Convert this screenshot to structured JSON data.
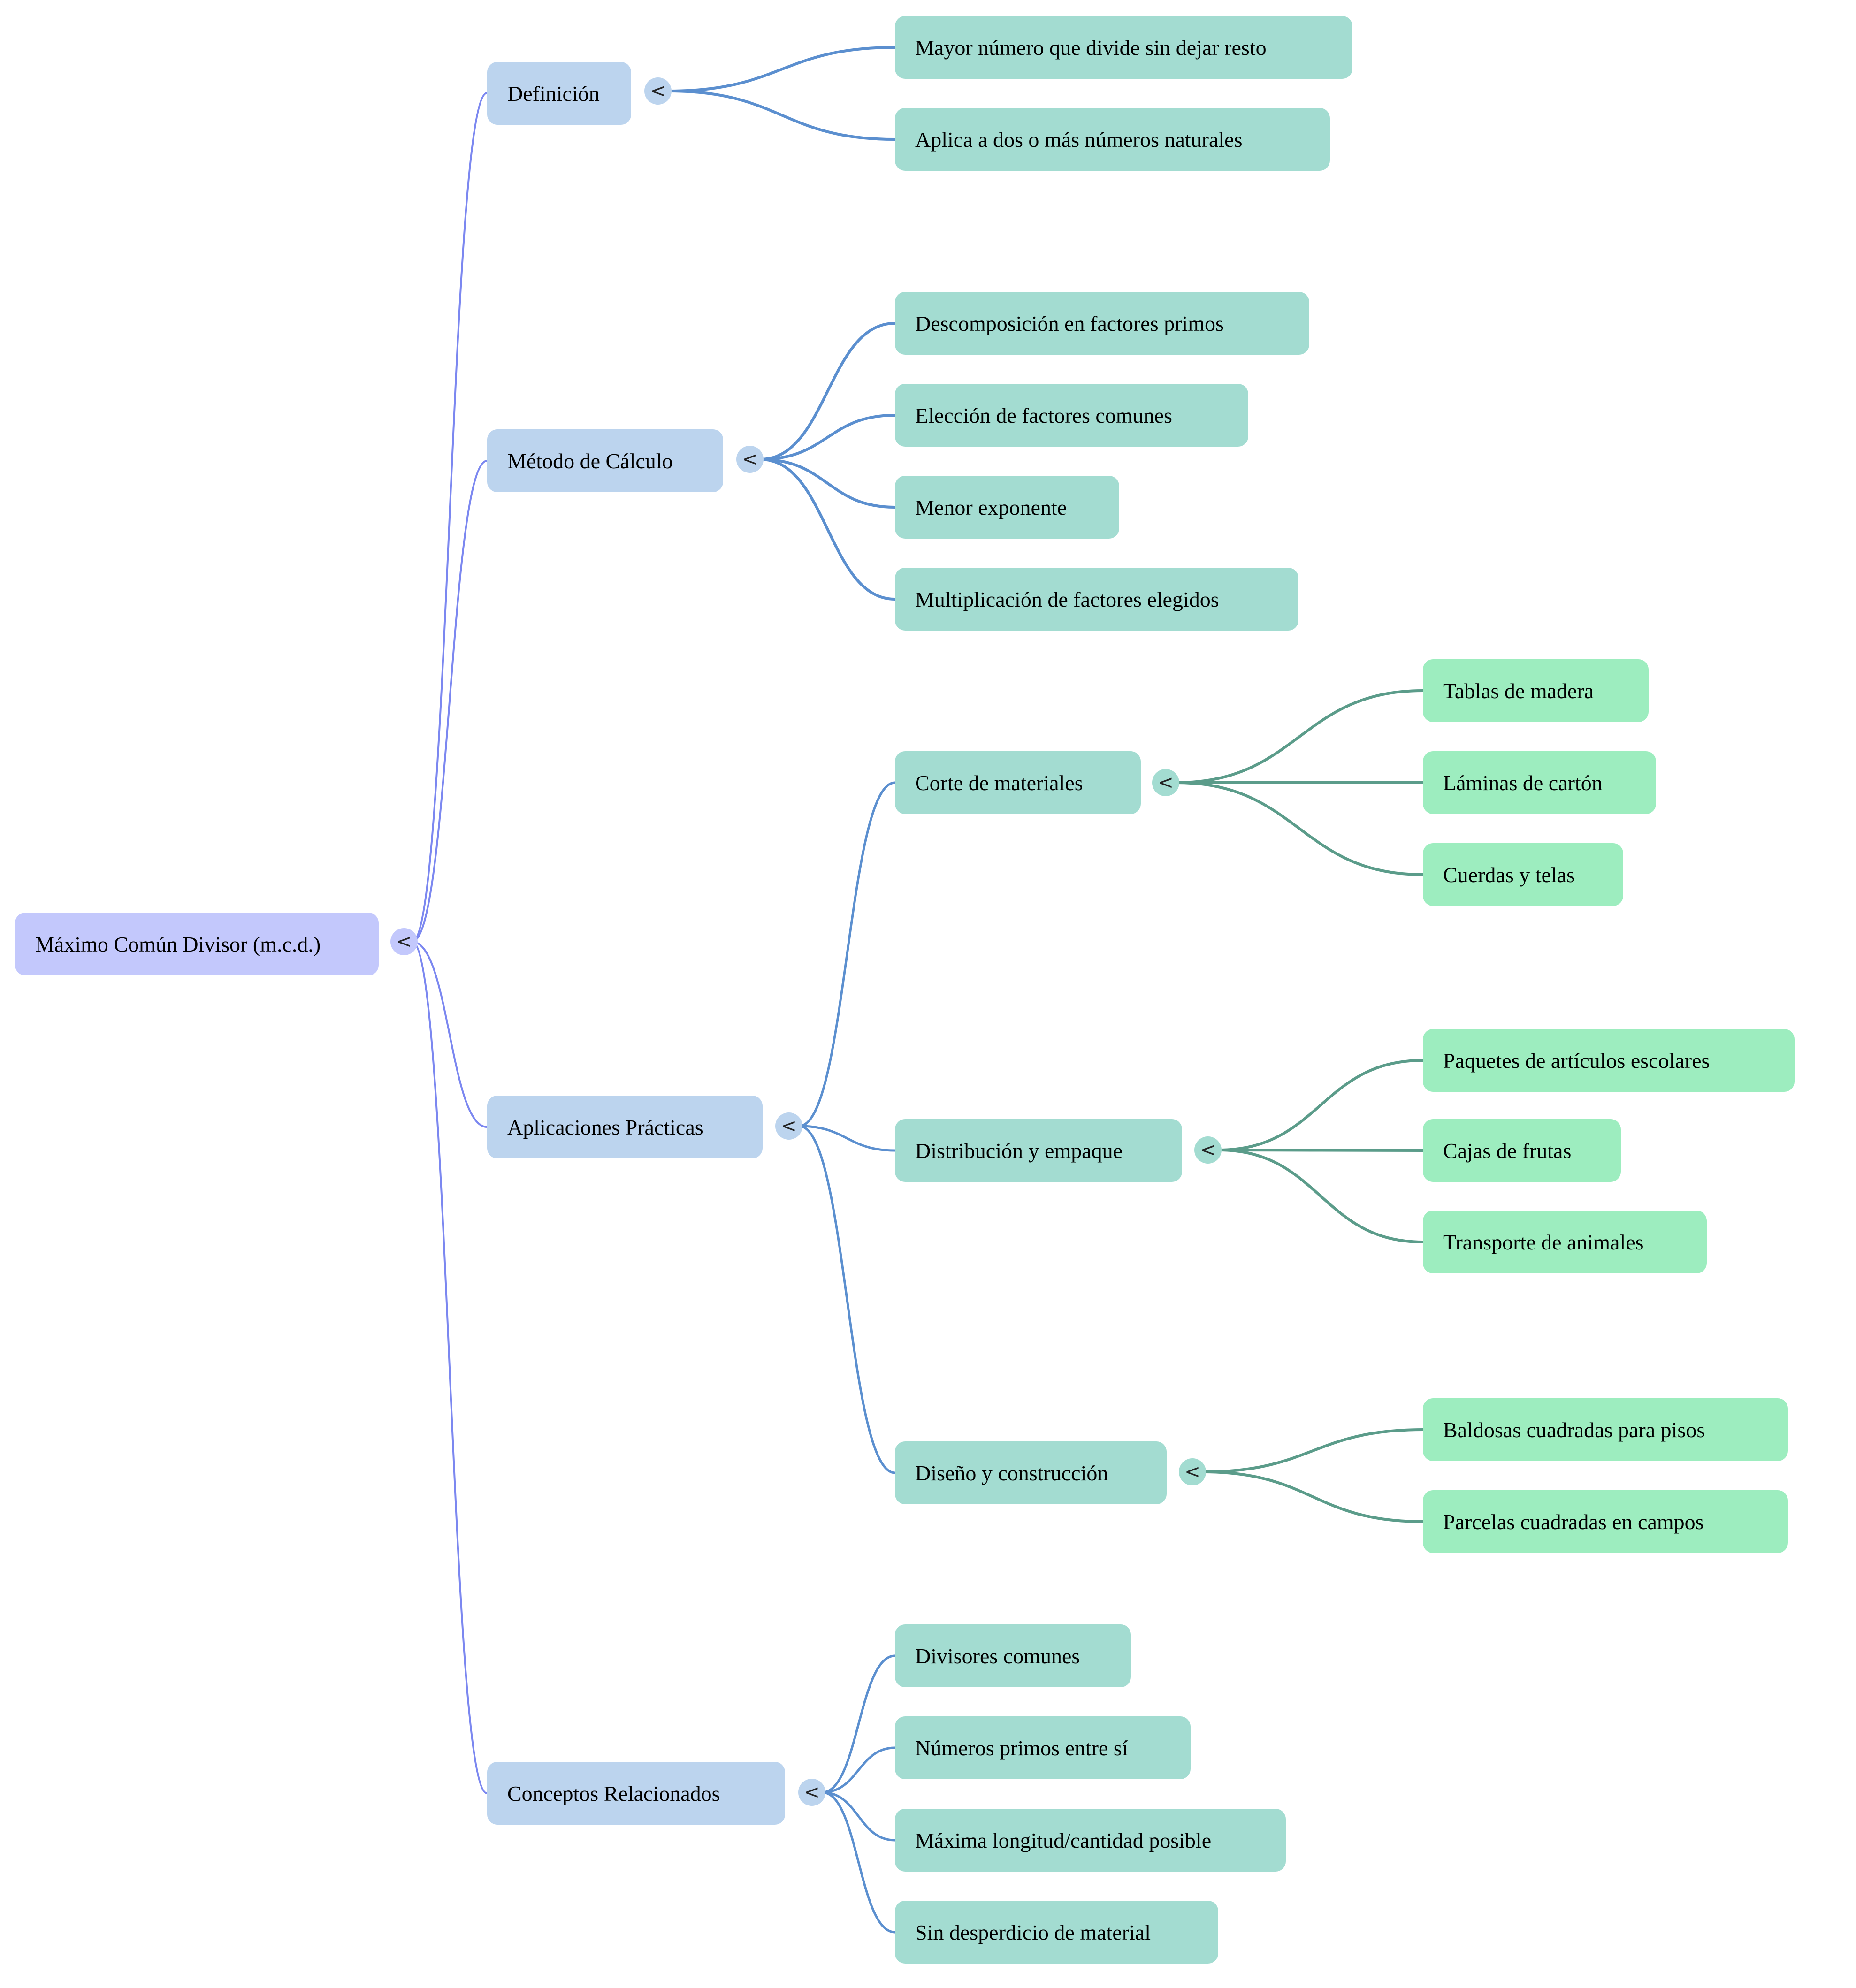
{
  "colors": {
    "root": "#c3c8fc",
    "level1": "#bcd4ee",
    "level2": "#a3dcd1",
    "level3": "#9dedbf",
    "edge_root": "#7b87f0",
    "edge_level1": "#5b8fcf",
    "edge_level2": "#5b9c8a"
  },
  "toggle_symbol": "<",
  "root": {
    "label": "Máximo Común Divisor (m.c.d.)",
    "children": [
      {
        "label": "Definición",
        "children": [
          {
            "label": "Mayor número que divide sin dejar resto"
          },
          {
            "label": "Aplica a dos o más números naturales"
          }
        ]
      },
      {
        "label": "Método de Cálculo",
        "children": [
          {
            "label": "Descomposición en factores primos"
          },
          {
            "label": "Elección de factores comunes"
          },
          {
            "label": "Menor exponente"
          },
          {
            "label": "Multiplicación de factores elegidos"
          }
        ]
      },
      {
        "label": "Aplicaciones Prácticas",
        "children": [
          {
            "label": "Corte de materiales",
            "children": [
              {
                "label": "Tablas de madera"
              },
              {
                "label": "Láminas de cartón"
              },
              {
                "label": "Cuerdas y telas"
              }
            ]
          },
          {
            "label": "Distribución y empaque",
            "children": [
              {
                "label": "Paquetes de artículos escolares"
              },
              {
                "label": "Cajas de frutas"
              },
              {
                "label": "Transporte de animales"
              }
            ]
          },
          {
            "label": "Diseño y construcción",
            "children": [
              {
                "label": "Baldosas cuadradas para pisos"
              },
              {
                "label": "Parcelas cuadradas en campos"
              }
            ]
          }
        ]
      },
      {
        "label": "Conceptos Relacionados",
        "children": [
          {
            "label": "Divisores comunes"
          },
          {
            "label": "Números primos entre sí"
          },
          {
            "label": "Máxima longitud/cantidad posible"
          },
          {
            "label": "Sin desperdicio de material"
          }
        ]
      }
    ]
  }
}
